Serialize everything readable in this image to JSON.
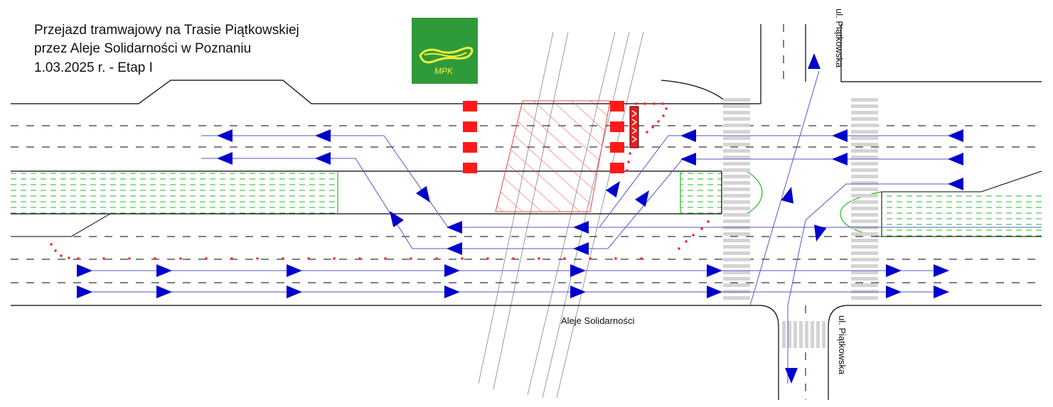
{
  "title": {
    "line1": "Przejazd tramwajowy na Trasie Piątkowskiej",
    "line2": "przez Aleje Solidarności w Poznaniu",
    "line3": "1.03.2025 r. - Etap I"
  },
  "logo": {
    "text": "MPK",
    "background_color": "#2f9a3a",
    "mark_color": "#f4f03a",
    "icon": "mpk-logo-icon"
  },
  "streets": {
    "main_road": "Aleje Solidarności",
    "side_street_north": "ul. Piątkowska",
    "side_street_south": "ul. Piątkowska"
  },
  "colors": {
    "road_line": "#000000",
    "traffic_arrow": "#0000cc",
    "lane_path": "#5555cc",
    "barrier": "#ff1a1a",
    "green_island_hatch": "#22bb22",
    "work_zone_hatch": "#ee4444",
    "crosswalk": "#d4d4d4",
    "tram_track": "#9a9a9a"
  }
}
